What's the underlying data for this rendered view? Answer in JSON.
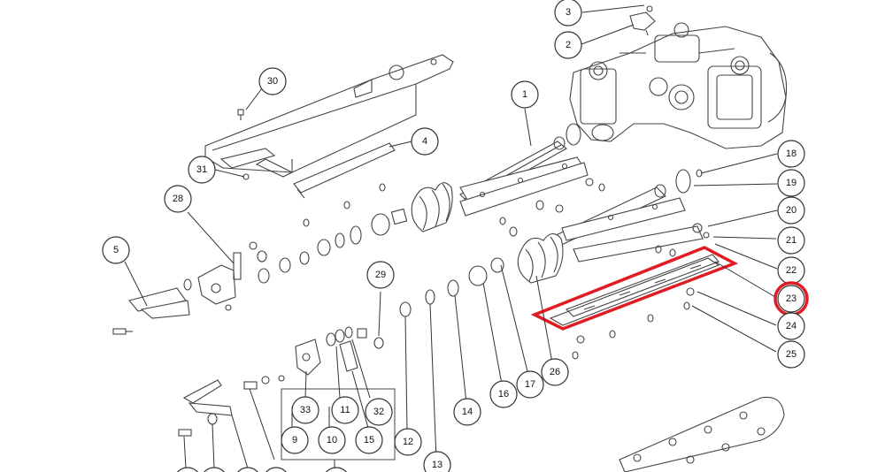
{
  "diagram": {
    "callouts": [
      "1",
      "2",
      "3",
      "4",
      "5",
      "9",
      "10",
      "11",
      "12",
      "13",
      "14",
      "15",
      "16",
      "17",
      "18",
      "19",
      "20",
      "21",
      "22",
      "23",
      "24",
      "25",
      "26",
      "28",
      "29",
      "30",
      "31",
      "32",
      "33"
    ],
    "highlighted_callout": "23",
    "highlight_color": "#e01b24",
    "line_color": "#333333",
    "background": "#ffffff"
  }
}
